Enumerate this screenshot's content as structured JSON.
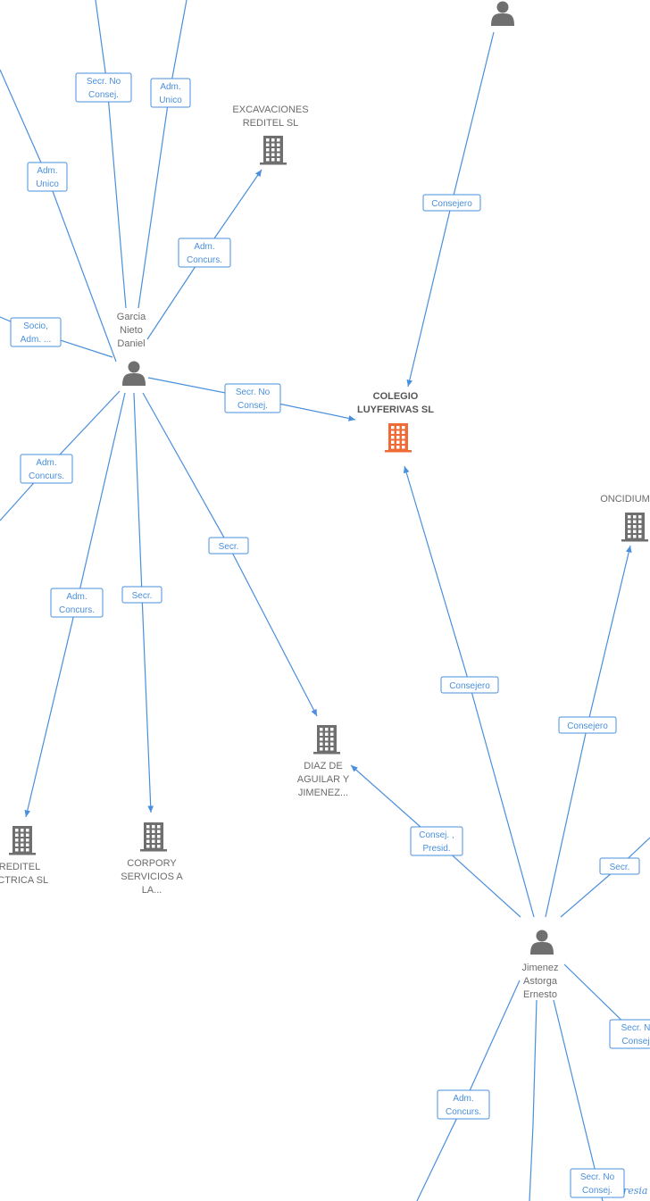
{
  "colors": {
    "edge": "#4a8fdc",
    "node_company": "#6f6f6f",
    "node_person": "#6f6f6f",
    "focus_company": "#f06a35"
  },
  "nodes": [
    {
      "id": "garcia",
      "type": "person",
      "icon": "person-icon",
      "lines": [
        "Garcia",
        "Nieto",
        "Daniel"
      ]
    },
    {
      "id": "jimenez",
      "type": "person",
      "icon": "person-icon",
      "lines": [
        "Jimenez",
        "Astorga",
        "Ernesto"
      ]
    },
    {
      "id": "top-person",
      "type": "person",
      "icon": "person-icon",
      "lines": []
    },
    {
      "id": "colegio",
      "type": "company",
      "focus": true,
      "icon": "building-icon",
      "lines": [
        "COLEGIO",
        "LUYFERIVAS SL"
      ]
    },
    {
      "id": "excavaciones",
      "type": "company",
      "icon": "building-icon",
      "lines": [
        "EXCAVACIONES",
        "REDITEL SL"
      ]
    },
    {
      "id": "oncidium",
      "type": "company",
      "icon": "building-icon",
      "lines": [
        "ONCIDIUM"
      ]
    },
    {
      "id": "diaz",
      "type": "company",
      "icon": "building-icon",
      "lines": [
        "DIAZ DE",
        "AGUILAR Y",
        "JIMENEZ..."
      ]
    },
    {
      "id": "reditel",
      "type": "company",
      "icon": "building-icon",
      "lines": [
        "REDITEL",
        "ECTRICA SL"
      ]
    },
    {
      "id": "corpory",
      "type": "company",
      "icon": "building-icon",
      "lines": [
        "CORPORY",
        "SERVICIOS A",
        "LA..."
      ]
    }
  ],
  "edges": [
    {
      "id": "e1",
      "label": [
        "Secr.  No",
        "Consej."
      ]
    },
    {
      "id": "e2",
      "label": [
        "Adm.",
        "Unico"
      ]
    },
    {
      "id": "e3",
      "label": [
        "Adm.",
        "Unico"
      ]
    },
    {
      "id": "e4",
      "label": [
        "Adm.",
        "Concurs."
      ]
    },
    {
      "id": "e5",
      "label": [
        "Socio,",
        "Adm. ..."
      ]
    },
    {
      "id": "e6",
      "label": [
        "Secr.  No",
        "Consej."
      ]
    },
    {
      "id": "e7",
      "label": [
        "Adm.",
        "Concurs."
      ]
    },
    {
      "id": "e8",
      "label": [
        "Adm.",
        "Concurs."
      ]
    },
    {
      "id": "e9",
      "label": [
        "Secr."
      ]
    },
    {
      "id": "e10",
      "label": [
        "Secr."
      ]
    },
    {
      "id": "e11",
      "label": [
        "Consejero"
      ]
    },
    {
      "id": "e12",
      "label": [
        "Consejero"
      ]
    },
    {
      "id": "e13",
      "label": [
        "Consejero"
      ]
    },
    {
      "id": "e14",
      "label": [
        "Consej. ,",
        "Presid."
      ]
    },
    {
      "id": "e15",
      "label": [
        "Secr."
      ]
    },
    {
      "id": "e16",
      "label": [
        "Secr.  N",
        "Consej"
      ]
    },
    {
      "id": "e17",
      "label": [
        "Adm.",
        "Concurs."
      ]
    },
    {
      "id": "e18",
      "label": [
        "Secr.  No",
        "Consej."
      ]
    }
  ],
  "watermark": "resia"
}
